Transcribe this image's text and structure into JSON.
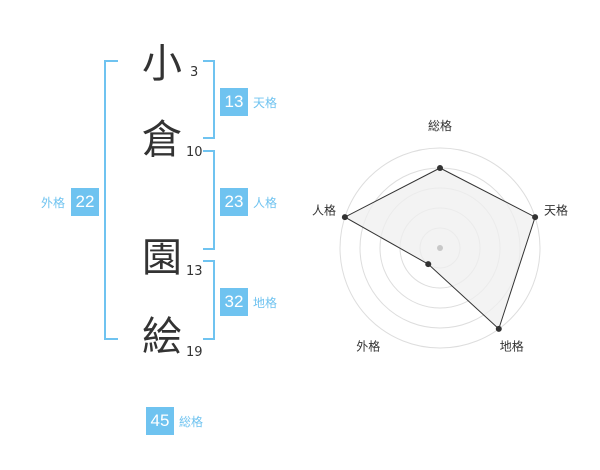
{
  "name": {
    "characters": [
      {
        "char": "小",
        "strokes": "3"
      },
      {
        "char": "倉",
        "strokes": "10"
      },
      {
        "char": "園",
        "strokes": "13"
      },
      {
        "char": "絵",
        "strokes": "19"
      }
    ]
  },
  "fortune": {
    "tenkaku": {
      "value": "13",
      "label": "天格"
    },
    "jinkaku": {
      "value": "23",
      "label": "人格"
    },
    "chikaku": {
      "value": "32",
      "label": "地格"
    },
    "gaikaku": {
      "value": "22",
      "label": "外格"
    },
    "soukaku": {
      "value": "45",
      "label": "総格"
    }
  },
  "chart_data": {
    "type": "radar",
    "axes": [
      "総格",
      "天格",
      "地格",
      "外格",
      "人格"
    ],
    "scale_max": 5,
    "rings": 5,
    "values": [
      4,
      5,
      5,
      1,
      5
    ],
    "colors": {
      "fill": "#efefef",
      "line": "#333333",
      "grid": "#dddddd",
      "center": "#c8c8c8"
    }
  },
  "colors": {
    "accent": "#6fc3f0",
    "text": "#333333"
  }
}
